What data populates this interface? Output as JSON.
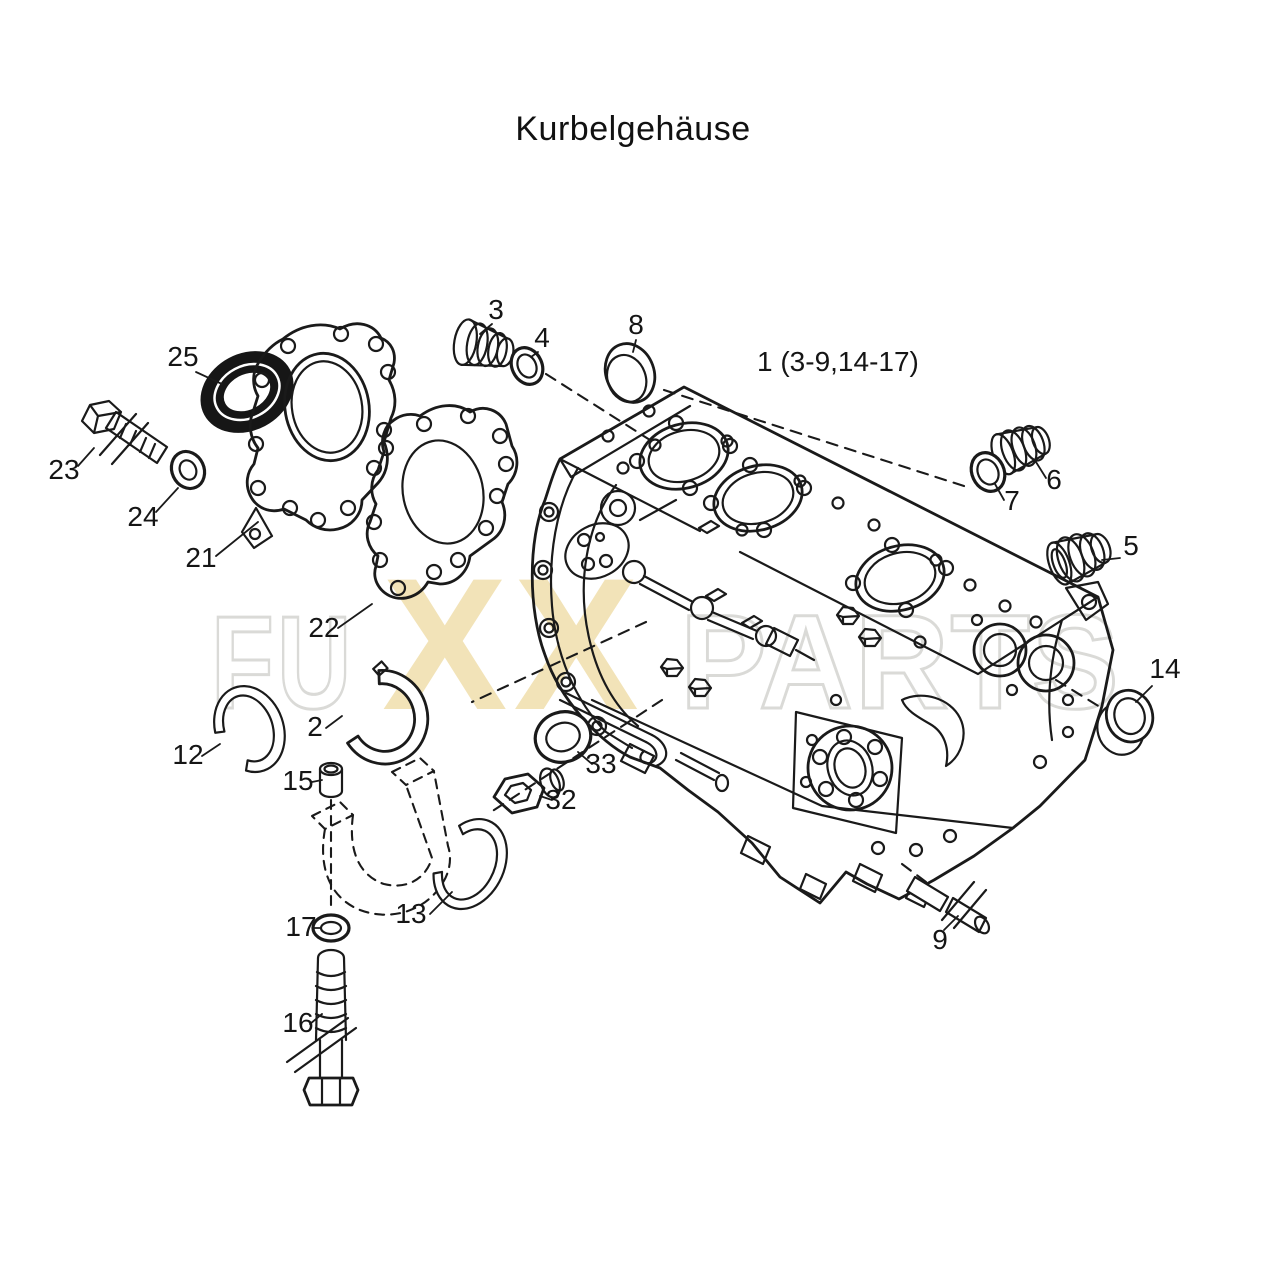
{
  "title": "Kurbelgehäuse",
  "watermark": {
    "left_text": "FU",
    "x_text": "XX",
    "right_text": "PARTS",
    "x_fill_color": "#f2e3b8",
    "outline_color": "#dadad7"
  },
  "diagram": {
    "background_color": "#ffffff",
    "line_color": "#1a1a1a",
    "callouts": [
      {
        "id": "25",
        "label": "25"
      },
      {
        "id": "23",
        "label": "23"
      },
      {
        "id": "24",
        "label": "24"
      },
      {
        "id": "21",
        "label": "21"
      },
      {
        "id": "22",
        "label": "22"
      },
      {
        "id": "3",
        "label": "3"
      },
      {
        "id": "4",
        "label": "4"
      },
      {
        "id": "8",
        "label": "8"
      },
      {
        "id": "1",
        "label": "1 (3-9,14-17)"
      },
      {
        "id": "6",
        "label": "6"
      },
      {
        "id": "7",
        "label": "7"
      },
      {
        "id": "5",
        "label": "5"
      },
      {
        "id": "14",
        "label": "14"
      },
      {
        "id": "12",
        "label": "12"
      },
      {
        "id": "2",
        "label": "2"
      },
      {
        "id": "15",
        "label": "15"
      },
      {
        "id": "33",
        "label": "33"
      },
      {
        "id": "32",
        "label": "32"
      },
      {
        "id": "13",
        "label": "13"
      },
      {
        "id": "17",
        "label": "17"
      },
      {
        "id": "16",
        "label": "16"
      },
      {
        "id": "9",
        "label": "9"
      }
    ]
  }
}
